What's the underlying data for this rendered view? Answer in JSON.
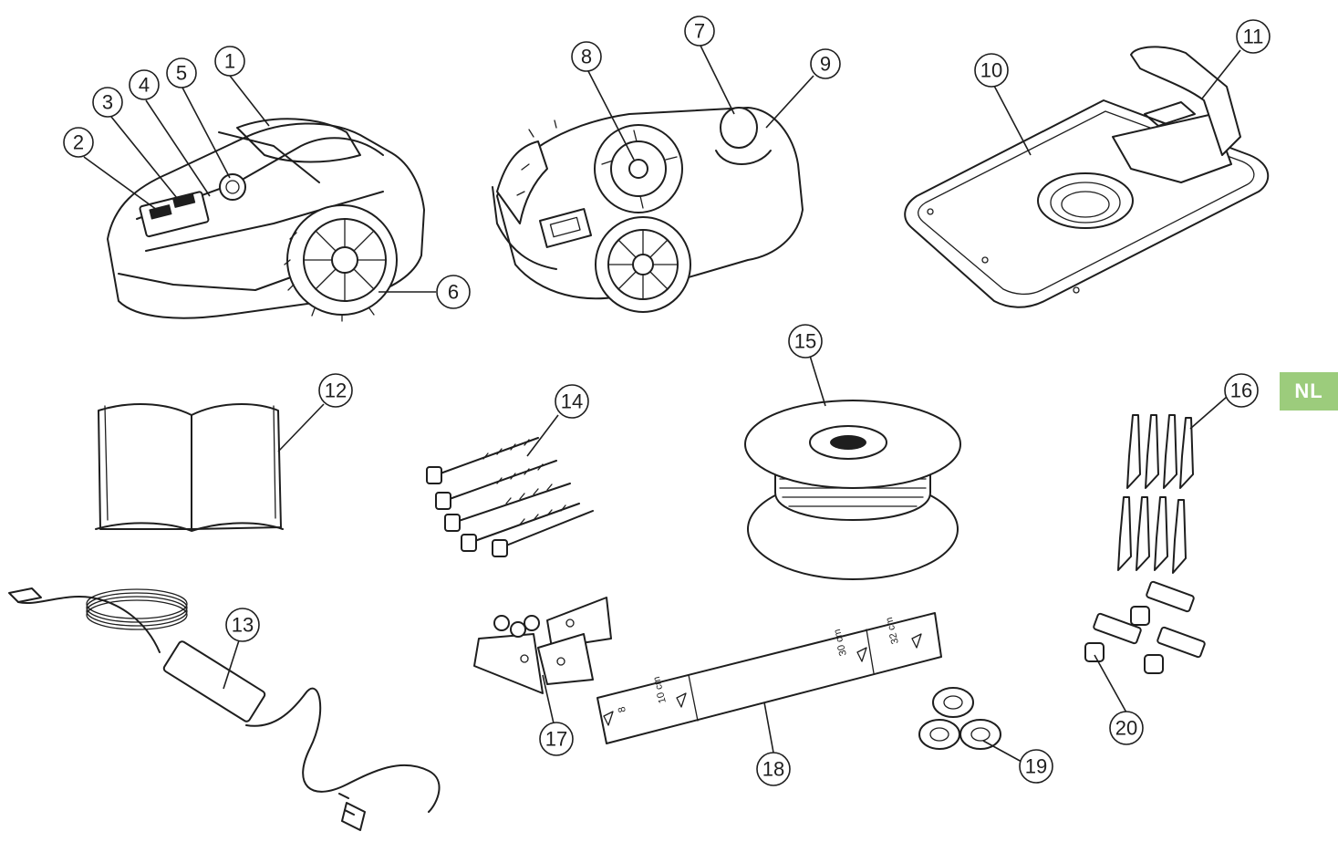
{
  "language_tab": {
    "label": "NL",
    "color": "#9ccc7c"
  },
  "callouts": [
    {
      "id": "1",
      "label": "1"
    },
    {
      "id": "2",
      "label": "2"
    },
    {
      "id": "3",
      "label": "3"
    },
    {
      "id": "4",
      "label": "4"
    },
    {
      "id": "5",
      "label": "5"
    },
    {
      "id": "6",
      "label": "6"
    },
    {
      "id": "7",
      "label": "7"
    },
    {
      "id": "8",
      "label": "8"
    },
    {
      "id": "9",
      "label": "9"
    },
    {
      "id": "10",
      "label": "10"
    },
    {
      "id": "11",
      "label": "11"
    },
    {
      "id": "12",
      "label": "12"
    },
    {
      "id": "13",
      "label": "13"
    },
    {
      "id": "14",
      "label": "14"
    },
    {
      "id": "15",
      "label": "15"
    },
    {
      "id": "16",
      "label": "16"
    },
    {
      "id": "17",
      "label": "17"
    },
    {
      "id": "18",
      "label": "18"
    },
    {
      "id": "19",
      "label": "19"
    },
    {
      "id": "20",
      "label": "20"
    }
  ],
  "measuring_tape": {
    "mark_small": "8",
    "mark_10": "10 cm",
    "mark_30": "30 cm",
    "mark_32": "32 cm"
  }
}
